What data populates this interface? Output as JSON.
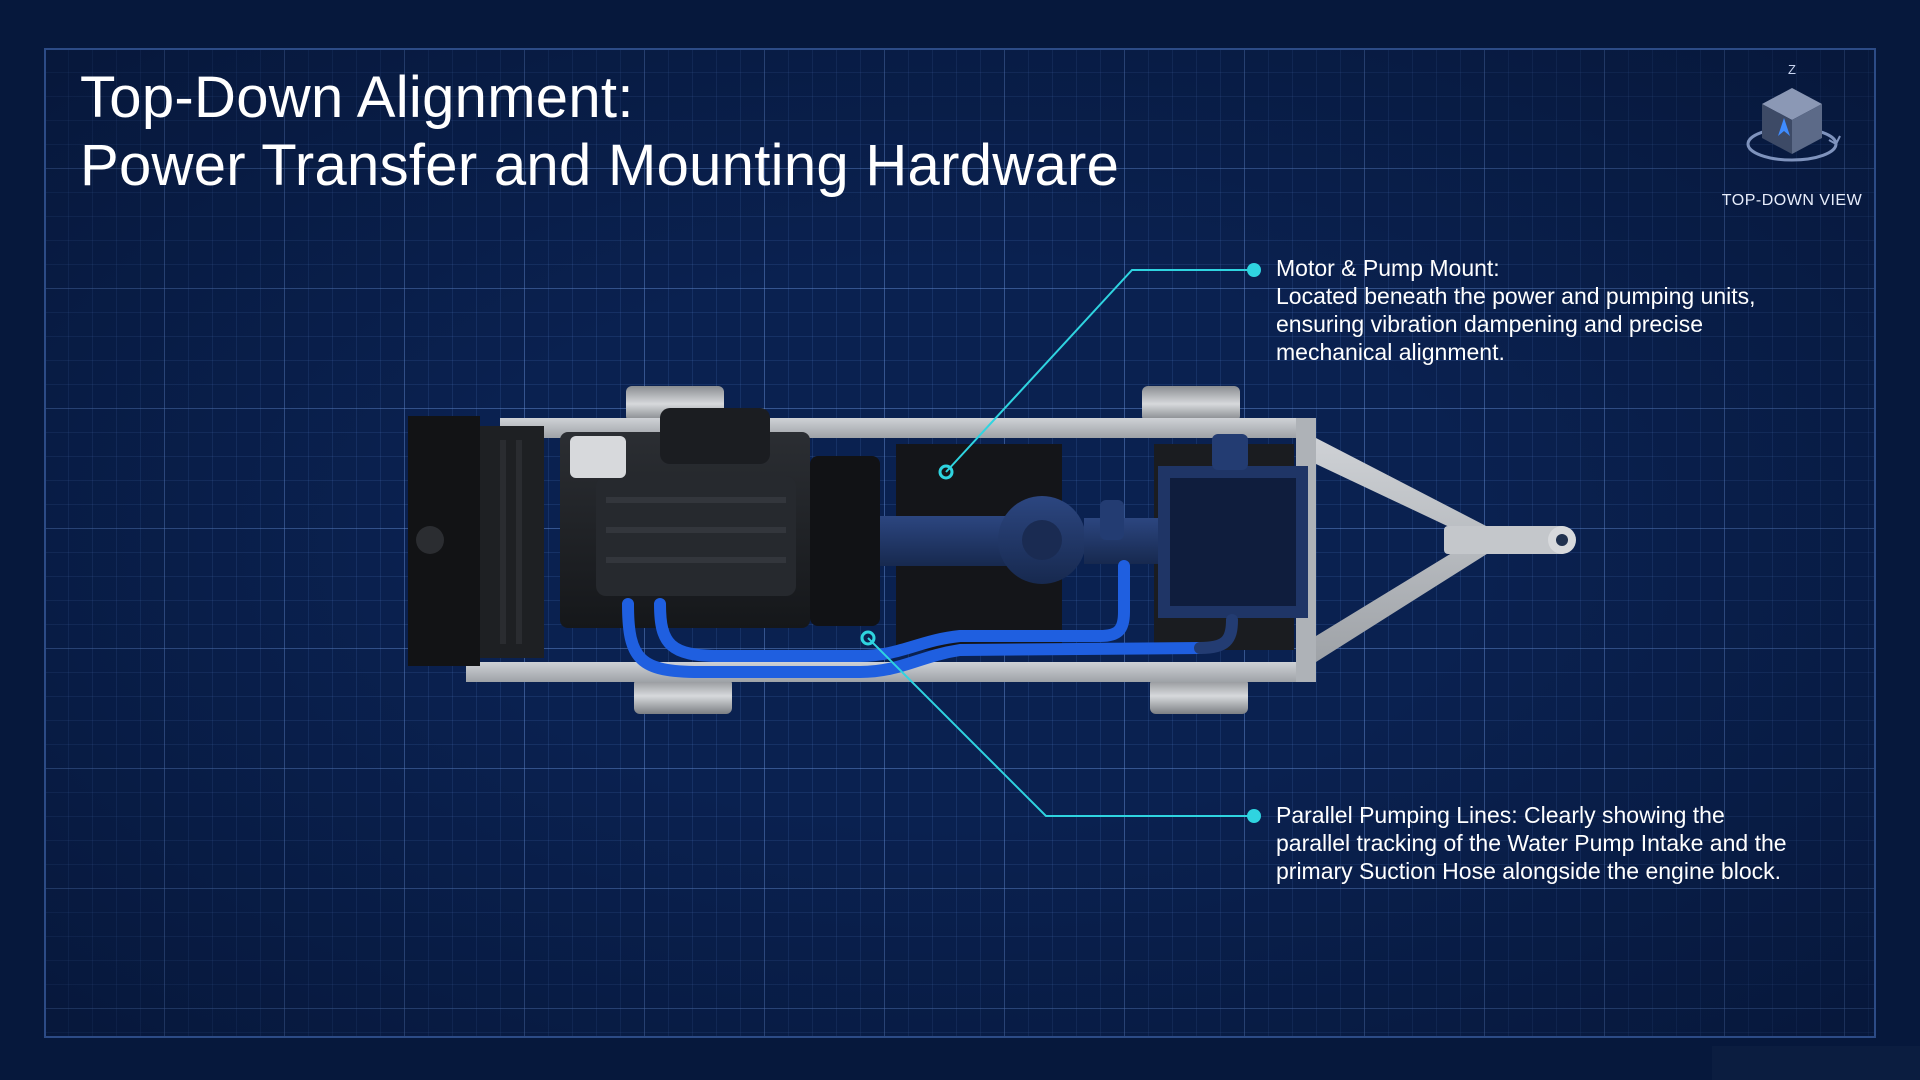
{
  "title": {
    "line1": "Top-Down Alignment:",
    "line2": "Power Transfer and Mounting Hardware"
  },
  "view_indicator": {
    "axis": "Z",
    "label": "TOP-DOWN VIEW",
    "icon": "view-cube-icon"
  },
  "callouts": [
    {
      "heading": "Motor & Pump Mount:",
      "text": "Located beneath the power and pumping units, ensuring vibration dampening and precise mechanical alignment."
    },
    {
      "heading": "",
      "text": "Parallel Pumping Lines: Clearly showing the parallel tracking of the Water Pump Intake and the primary Suction Hose alongside the engine block."
    }
  ],
  "colors": {
    "background": "#0a2150",
    "grid": "#6e96dc",
    "leader_line": "#2fd4e0",
    "hose": "#1f5fe0",
    "frame_metal": "#b9bcc0",
    "engine": "#1e2024",
    "pump": "#1f3566"
  }
}
